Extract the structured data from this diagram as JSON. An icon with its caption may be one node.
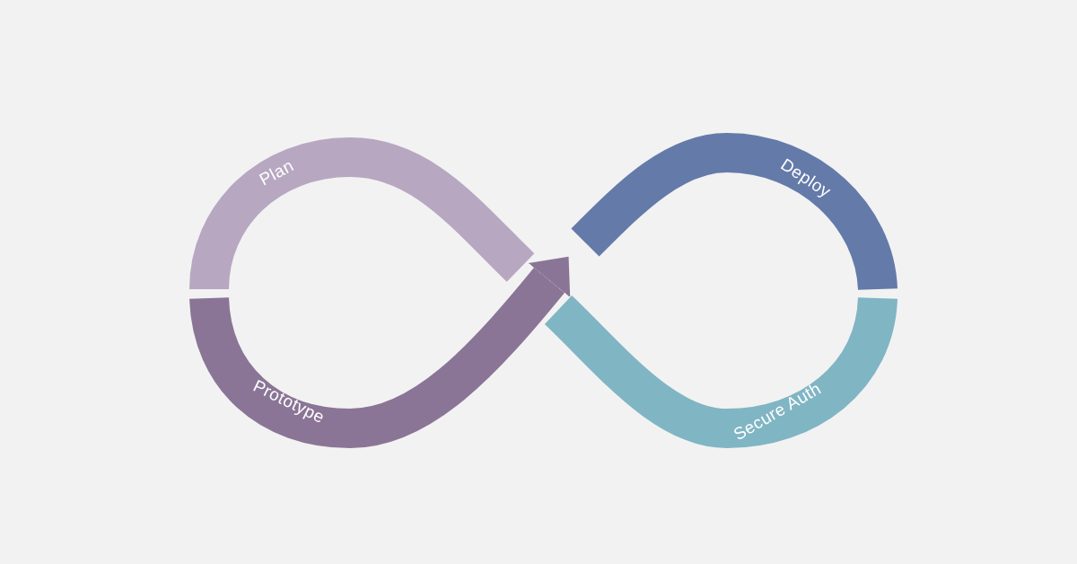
{
  "diagram": {
    "nodes": [
      {
        "text": [
          "Plan"
        ]
      },
      {
        "text": [
          "Prototype"
        ]
      },
      {
        "text": [
          "Deploy"
        ]
      },
      {
        "text": [
          "Secure Auth"
        ]
      }
    ]
  }
}
